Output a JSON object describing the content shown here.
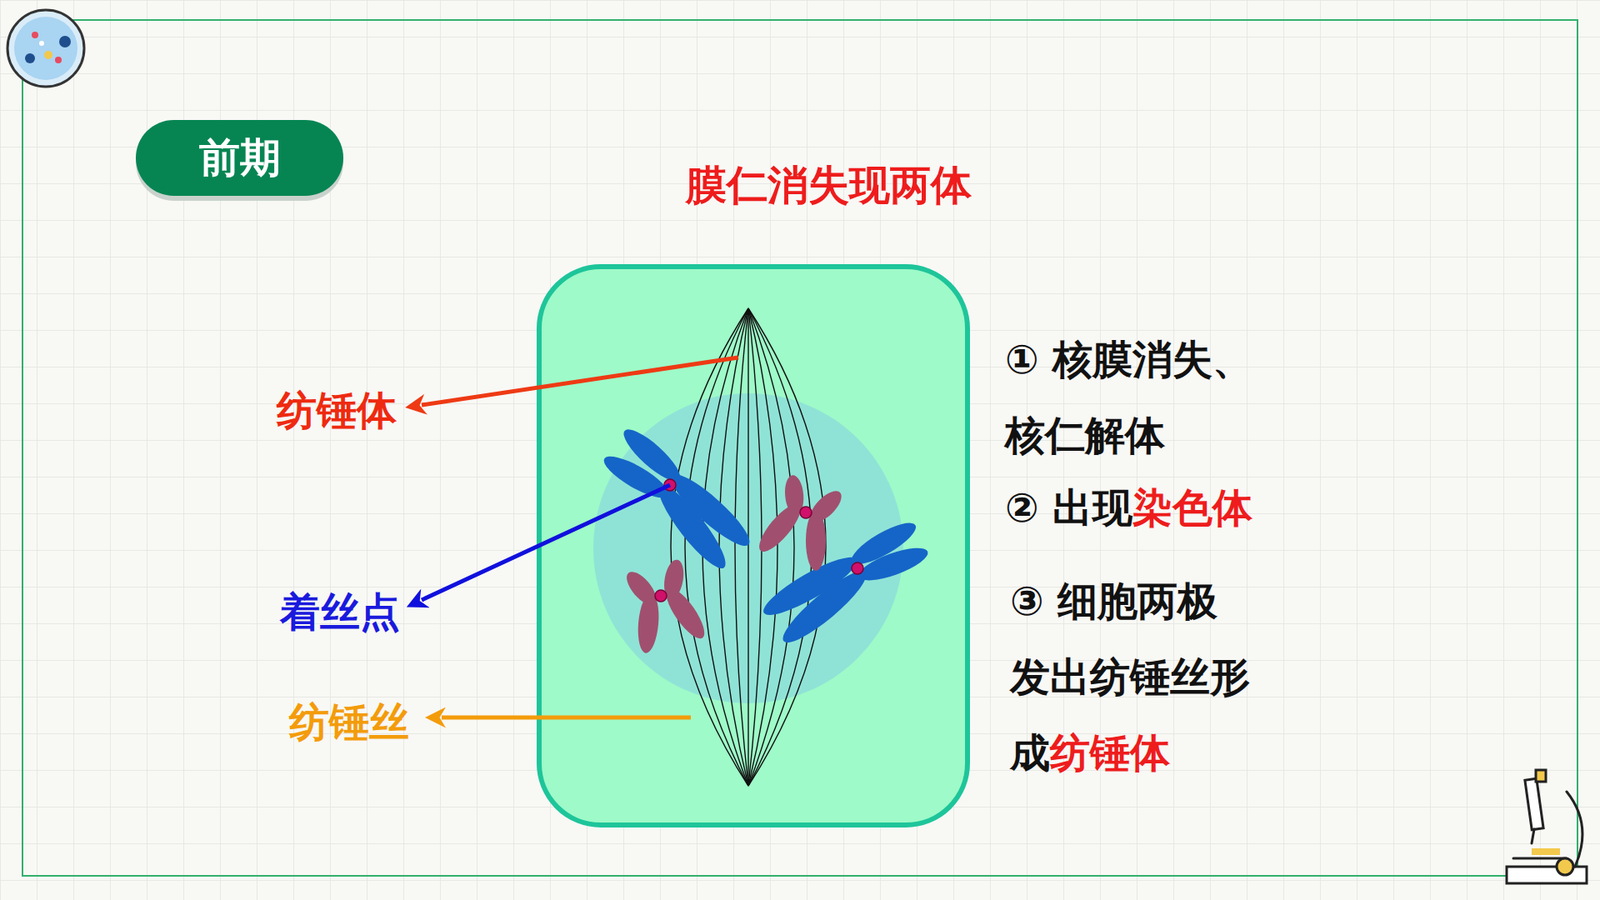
{
  "diagram": {
    "title": "膜仁消失现两体",
    "nodes": [
      {
        "text": [
          "前期"
        ]
      }
    ],
    "labels": [
      "纺锤体",
      "着丝点",
      "纺锤丝",
      "① 核膜消失、核仁解体",
      "② 出现",
      "染色体",
      "③ 细胞两极发出纺锤丝形成",
      "纺锤体"
    ]
  }
}
